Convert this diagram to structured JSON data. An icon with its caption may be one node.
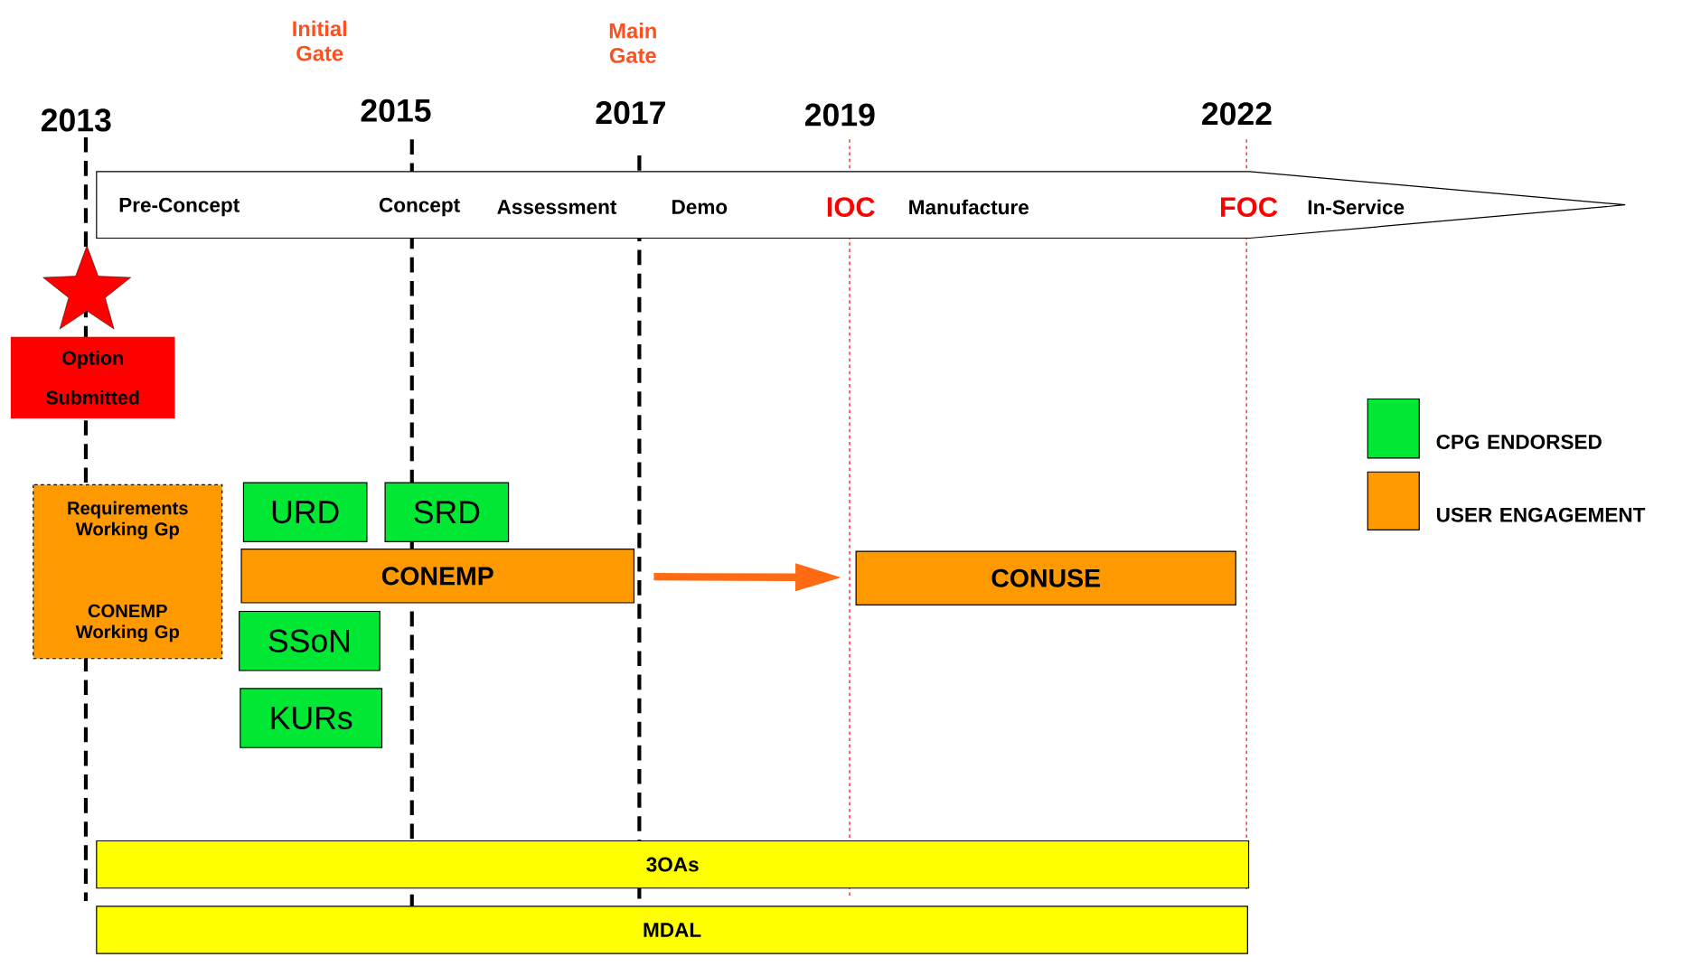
{
  "diagram": {
    "nodes": [
      {
        "text": [
          "Pre-Concept",
          "Concept",
          "Assessment",
          "Demo",
          "IOC",
          "Manufacture",
          "FOC",
          "In-Service"
        ]
      },
      {
        "text": [],
        "shape": "star"
      },
      {
        "text": [
          "Option Submitted"
        ]
      },
      {
        "text": [
          "Requirements Working Gp",
          "CONEMP Working Gp"
        ]
      },
      {
        "text": [
          "URD"
        ]
      },
      {
        "text": [
          "SRD"
        ]
      },
      {
        "text": [
          "CONEMP"
        ]
      },
      {
        "text": [
          "SSoN"
        ]
      },
      {
        "text": [
          "KURs"
        ]
      },
      {
        "text": [
          "CONUSE"
        ]
      },
      {
        "text": [
          "3OAs"
        ]
      },
      {
        "text": [
          "MDAL"
        ]
      }
    ],
    "edges": [
      {
        "from": 6,
        "to": 9,
        "arrow": "to"
      }
    ],
    "labels": [
      "Initial Gate",
      "Main Gate",
      "2013",
      "2015",
      "2017",
      "2019",
      "2022"
    ],
    "legend": [
      {
        "text": "CPG ENDORSED",
        "color": "#00e833"
      },
      {
        "text": "USER ENGAGEMENT",
        "color": "#ff9900"
      }
    ]
  }
}
